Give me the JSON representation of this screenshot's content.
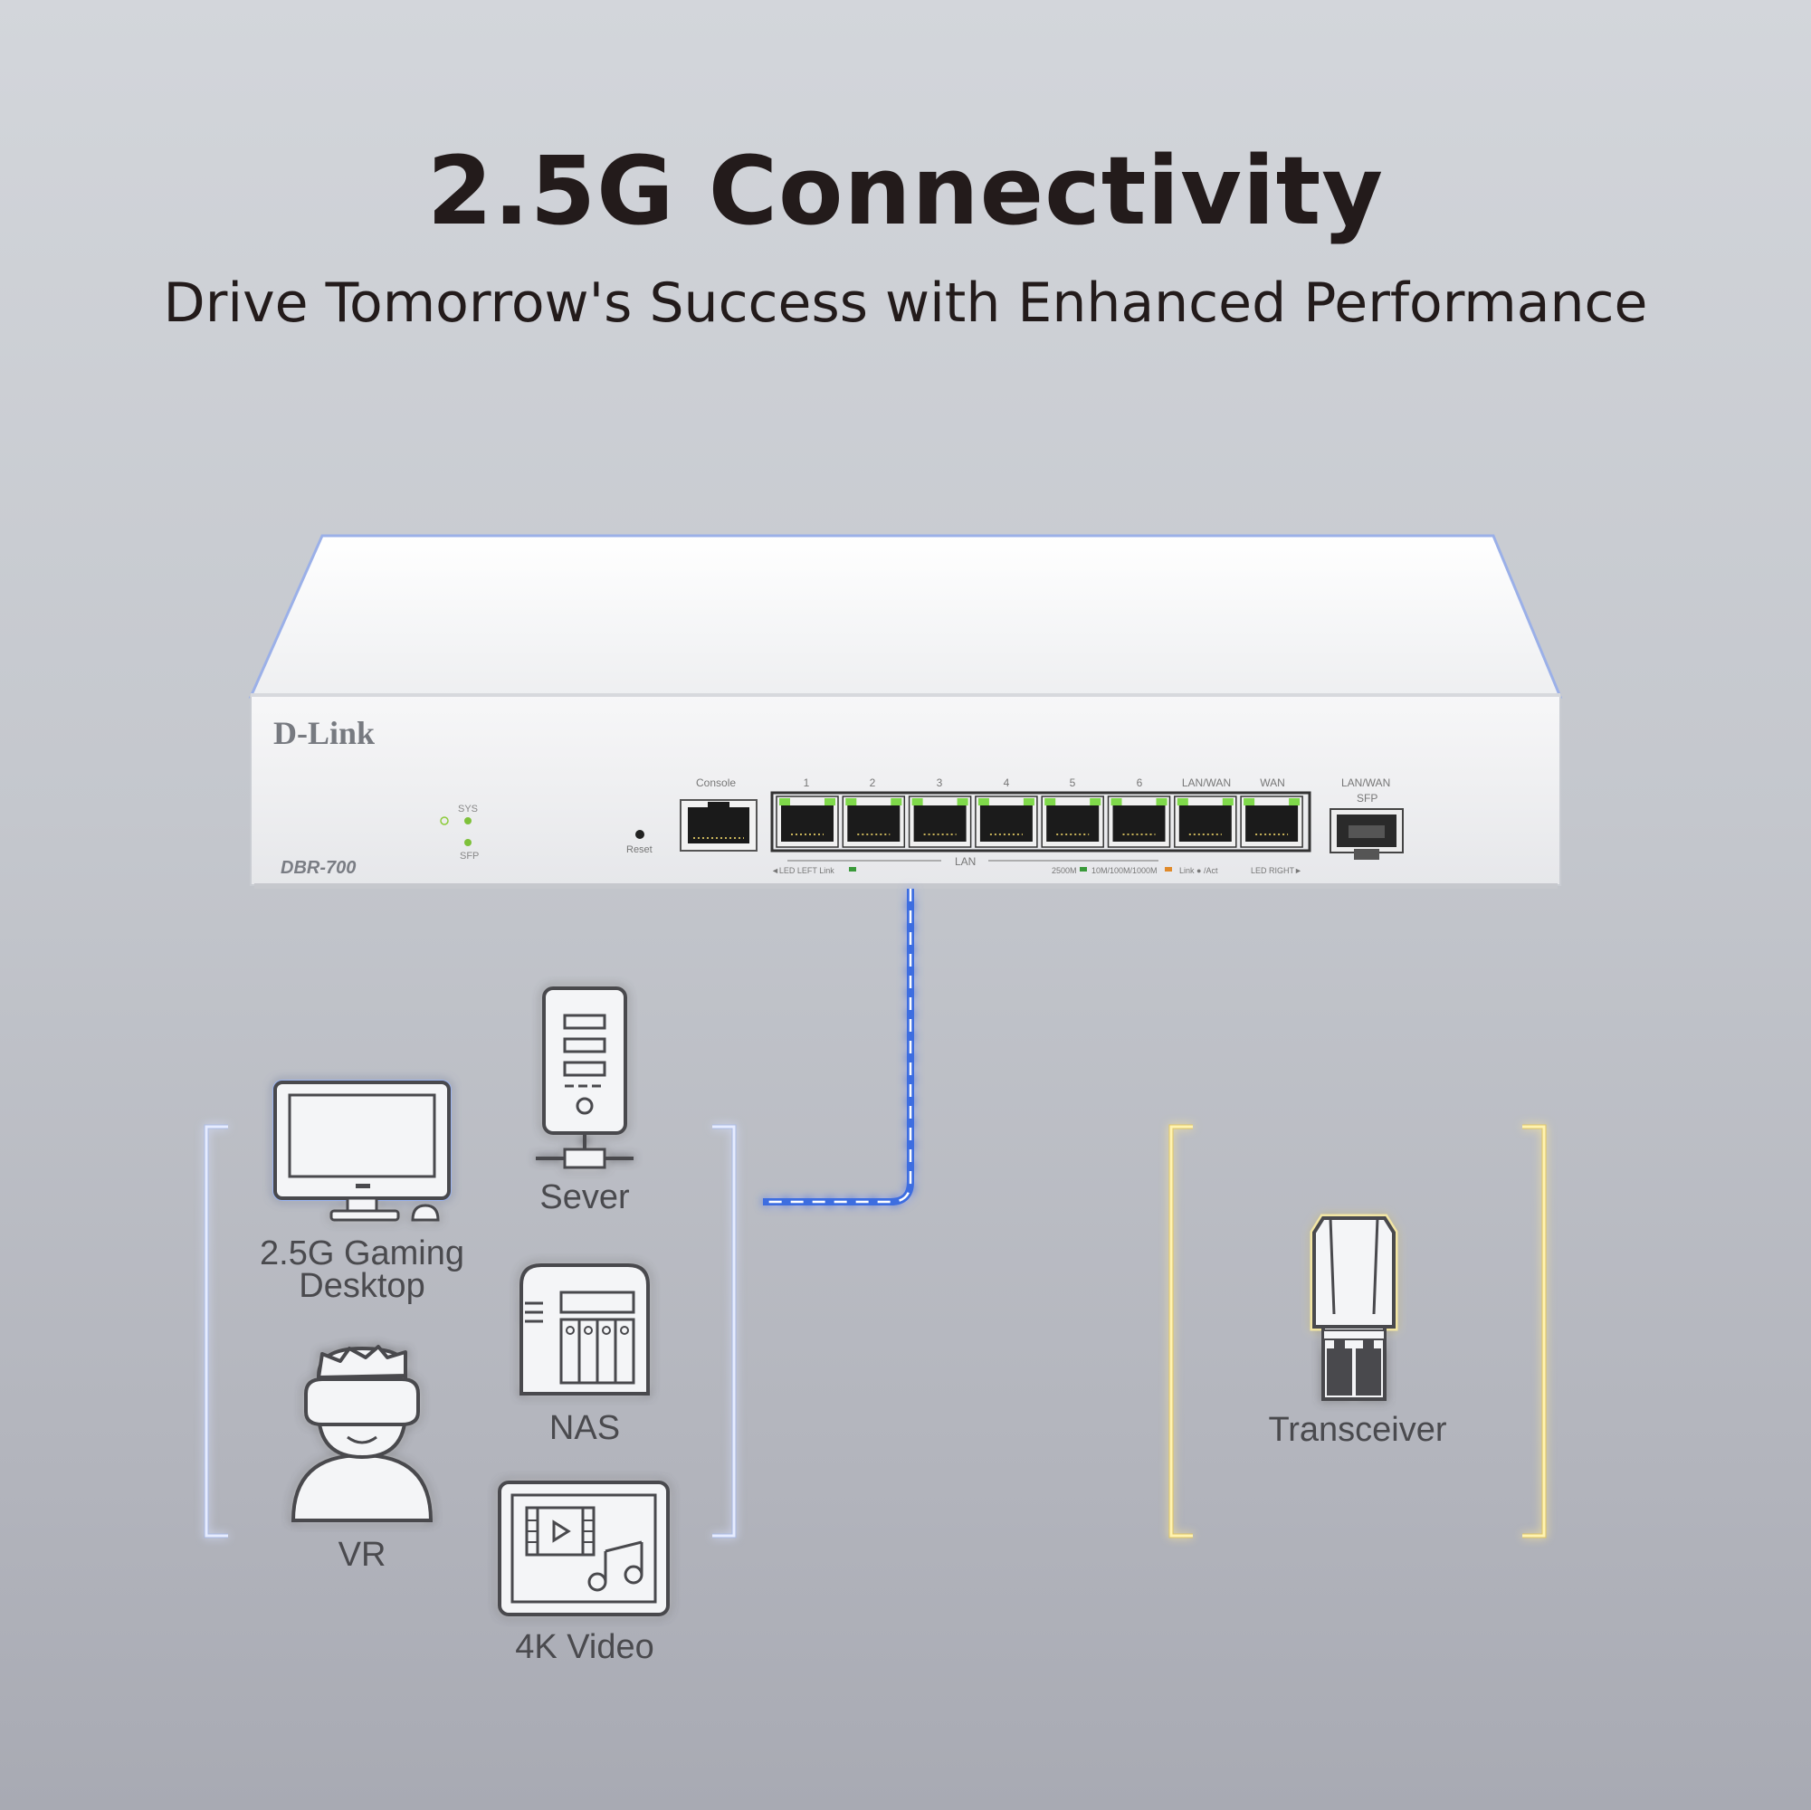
{
  "heading": {
    "title": "2.5G Connectivity",
    "subtitle": "Drive Tomorrow's Success with Enhanced Performance"
  },
  "router": {
    "brand": "D-Link",
    "model": "DBR-700",
    "led_sys": "SYS",
    "led_sfp": "SFP",
    "reset": "Reset",
    "console": "Console",
    "ports": [
      "1",
      "2",
      "3",
      "4",
      "5",
      "6",
      "LAN/WAN",
      "WAN"
    ],
    "sfp_port_line1": "LAN/WAN",
    "sfp_port_line2": "SFP",
    "lan_label": "LAN",
    "legend_left": "◄LED LEFT  Link",
    "legend_right_speed": "2500M",
    "legend_right_speed2": "10M/100M/1000M",
    "legend_right_act": "Link ● /Act",
    "legend_right_end": "LED RIGHT►"
  },
  "devices": {
    "desktop": "2.5G Gaming Desktop",
    "desktop_line1": "2.5G Gaming",
    "desktop_line2": "Desktop",
    "server": "Sever",
    "nas": "NAS",
    "vr": "VR",
    "video": "4K Video",
    "transceiver": "Transceiver"
  },
  "colors": {
    "blue_accent": "#3d6de0",
    "yellow_accent": "#e8c53a",
    "text_dark": "#231b1b",
    "text_gray": "#4a4a4e"
  }
}
